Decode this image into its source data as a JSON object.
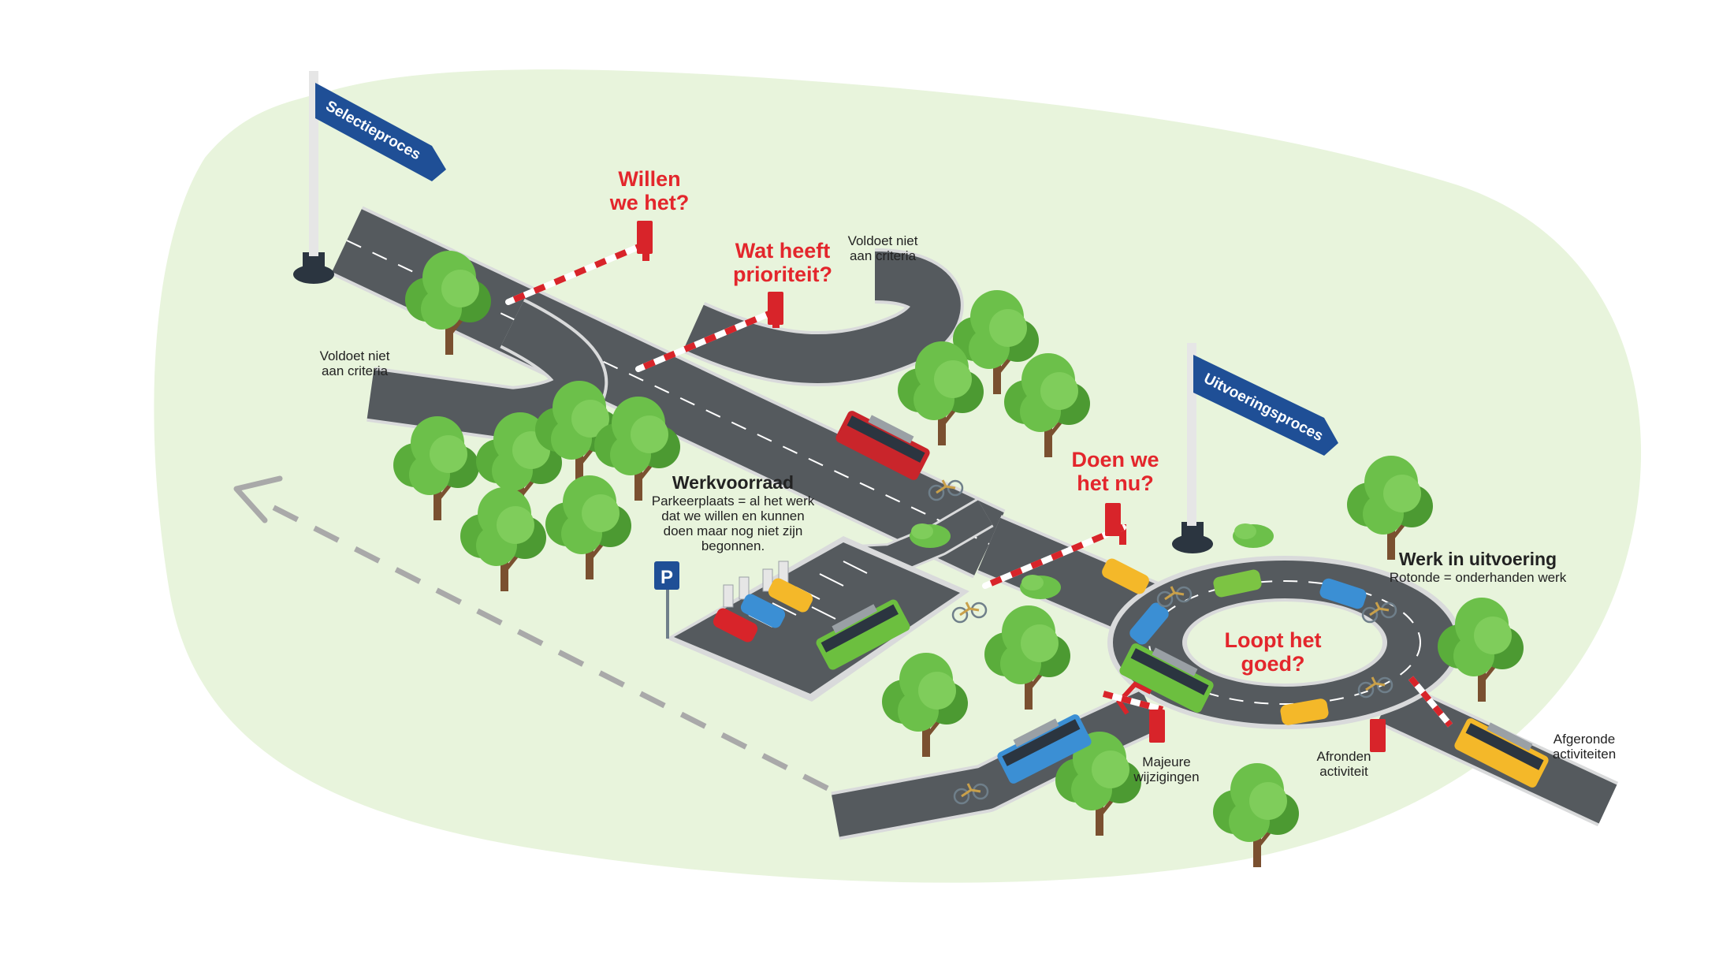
{
  "colors": {
    "blob": "#e8f4dc",
    "road": "#555a5e",
    "road_edge": "#d9dadb",
    "lane_line": "#ffffff",
    "question": "#e3262c",
    "sign": "#1f4f96",
    "tree": "#6cc04a",
    "tree_dark": "#4c9a32",
    "trunk": "#7a5030",
    "barrier_red": "#d8242a",
    "dashed_arrow": "#a9a9a9"
  },
  "signs": {
    "selectie": "Selectieproces",
    "uitvoering": "Uitvoeringsproces"
  },
  "questions": {
    "q1": [
      "Willen",
      "we het?"
    ],
    "q2": [
      "Wat heeft",
      "prioriteit?"
    ],
    "q3": [
      "Doen we",
      "het nu?"
    ],
    "q4": [
      "Loopt het",
      "goed?"
    ]
  },
  "labels": {
    "voldoet_top": [
      "Voldoet niet",
      "aan criteria"
    ],
    "voldoet_left": [
      "Voldoet niet",
      "aan criteria"
    ],
    "werkvoorraad_title": "Werkvoorraad",
    "werkvoorraad_desc": [
      "Parkeerplaats = al het werk",
      "dat we willen en kunnen",
      "doen maar nog niet zijn",
      "begonnen."
    ],
    "werk_title": "Werk in uitvoering",
    "werk_desc": "Rotonde = onderhanden werk",
    "majeure": [
      "Majeure",
      "wijzigingen"
    ],
    "afronden": [
      "Afronden",
      "activiteit"
    ],
    "afgeronde": [
      "Afgeronde",
      "activiteiten"
    ],
    "parking_sign": "P"
  },
  "icons": [
    "flag-sign-icon",
    "tree-icon",
    "bus-icon",
    "car-icon",
    "bicycle-icon",
    "barrier-gate-icon",
    "ticket-machine-icon",
    "parking-sign-icon",
    "charging-station-icon",
    "dashed-arrow-icon"
  ]
}
